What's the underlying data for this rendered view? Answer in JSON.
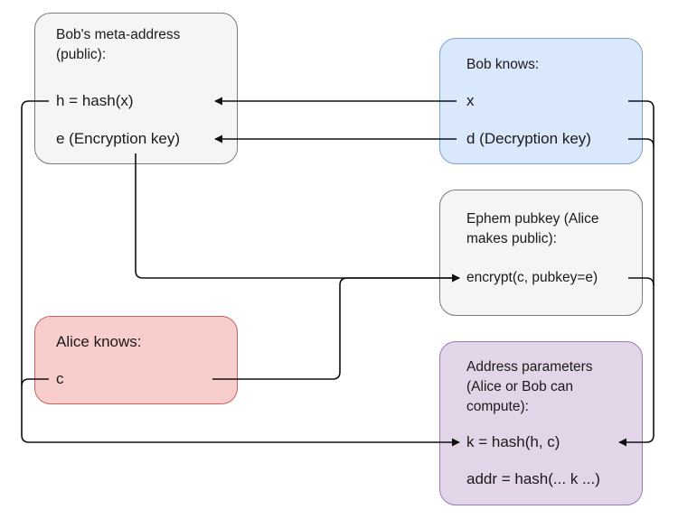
{
  "colors": {
    "gray_fill": "#f5f5f5",
    "gray_stroke": "#7a7a7a",
    "blue_fill": "#dae8fc",
    "blue_stroke": "#7f9fcd",
    "red_fill": "#f8cecc",
    "red_stroke": "#c9625e",
    "purple_fill": "#e1d5e7",
    "purple_stroke": "#9c7bb0",
    "wire": "#111111"
  },
  "meta_address": {
    "title_line1": "Bob's meta-address",
    "title_line2": "(public):",
    "h_line": "h = hash(x)",
    "e_line": "e (Encryption key)"
  },
  "bob_knows": {
    "title": "Bob knows:",
    "x_line": "x",
    "d_line": "d (Decryption key)"
  },
  "ephem": {
    "title_line1": "Ephem pubkey (Alice",
    "title_line2": "makes public):",
    "encrypt_line": "encrypt(c, pubkey=e)"
  },
  "alice_knows": {
    "title": "Alice knows:",
    "c_line": "c"
  },
  "address_params": {
    "title_line1": "Address parameters",
    "title_line2": "(Alice or Bob can",
    "title_line3": "compute):",
    "k_line": "k = hash(h, c)",
    "addr_line": "addr = hash(... k ...)"
  }
}
